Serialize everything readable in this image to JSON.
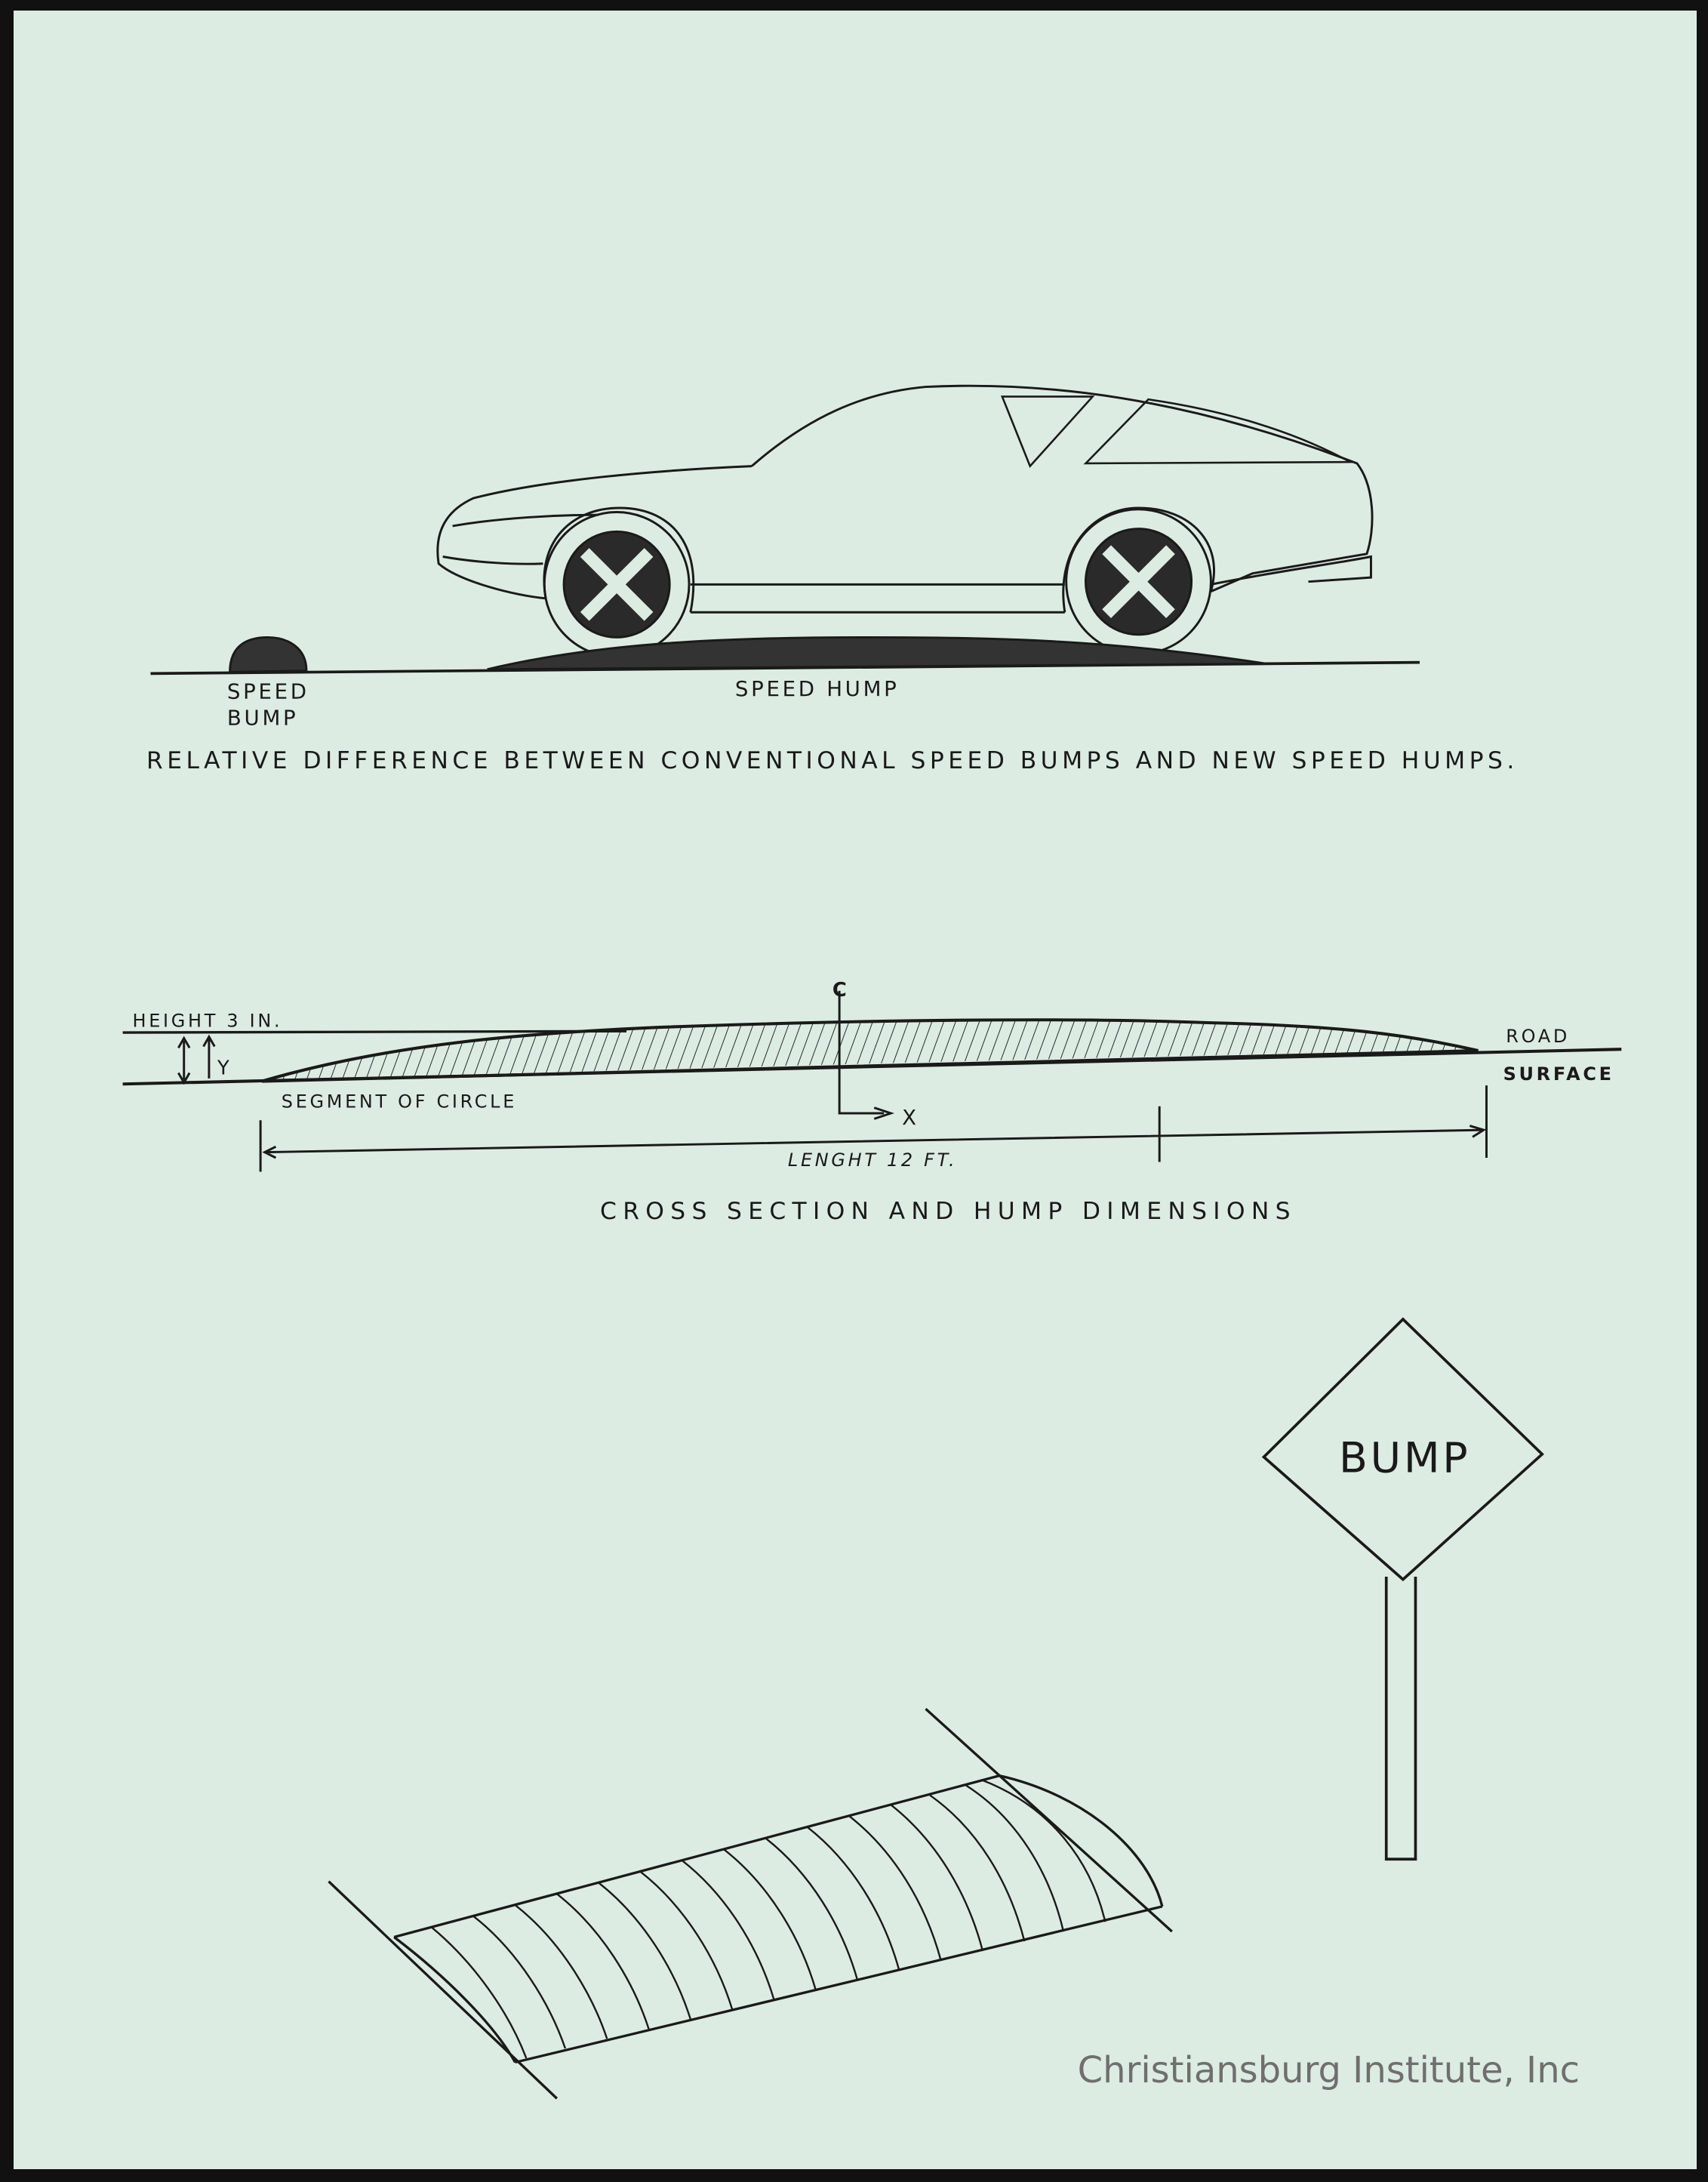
{
  "figure1": {
    "bump_label_line1": "SPEED",
    "bump_label_line2": "BUMP",
    "hump_label": "SPEED HUMP",
    "caption": "RELATIVE DIFFERENCE BETWEEN CONVENTIONAL SPEED BUMPS AND NEW SPEED HUMPS."
  },
  "figure2": {
    "height_label": "HEIGHT 3 IN.",
    "y_label": "Y",
    "centerline_label": "C",
    "x_label": "X",
    "segment_label": "SEGMENT OF CIRCLE",
    "road_label": "ROAD",
    "surface_label": "SURFACE",
    "length_label": "LENGHT 12 FT.",
    "caption": "CROSS SECTION AND HUMP DIMENSIONS"
  },
  "figure3": {
    "sign_text": "BUMP"
  },
  "watermark": "Christiansburg Institute, Inc"
}
